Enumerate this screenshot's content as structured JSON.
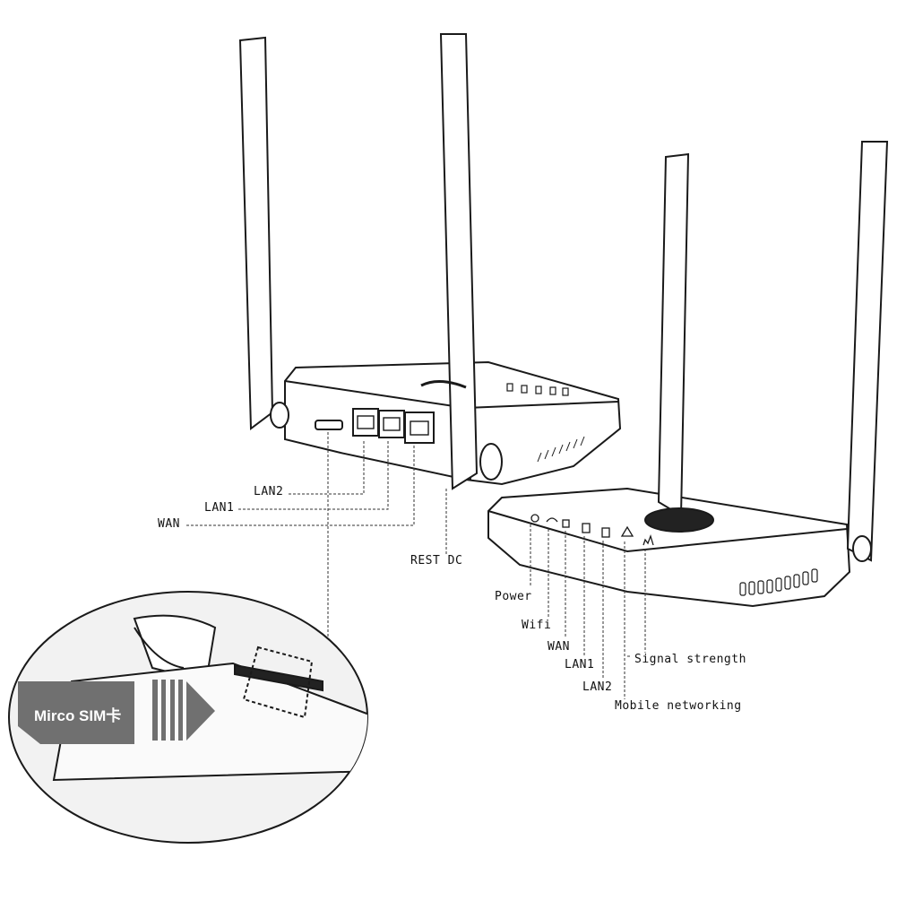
{
  "rear_labels": {
    "lan2": "LAN2",
    "lan1": "LAN1",
    "wan": "WAN",
    "rest_dc": "REST DC"
  },
  "front_labels": {
    "power": "Power",
    "wifi": "Wifi",
    "wan": "WAN",
    "lan1": "LAN1",
    "lan2": "LAN2",
    "signal": "Signal strength",
    "mobile": "Mobile networking"
  },
  "sim_card": {
    "label": "Mirco SIM卡"
  },
  "colors": {
    "line": "#1a1a1a",
    "sim_card": "#707070",
    "inset_bg": "#f2f2f2"
  }
}
